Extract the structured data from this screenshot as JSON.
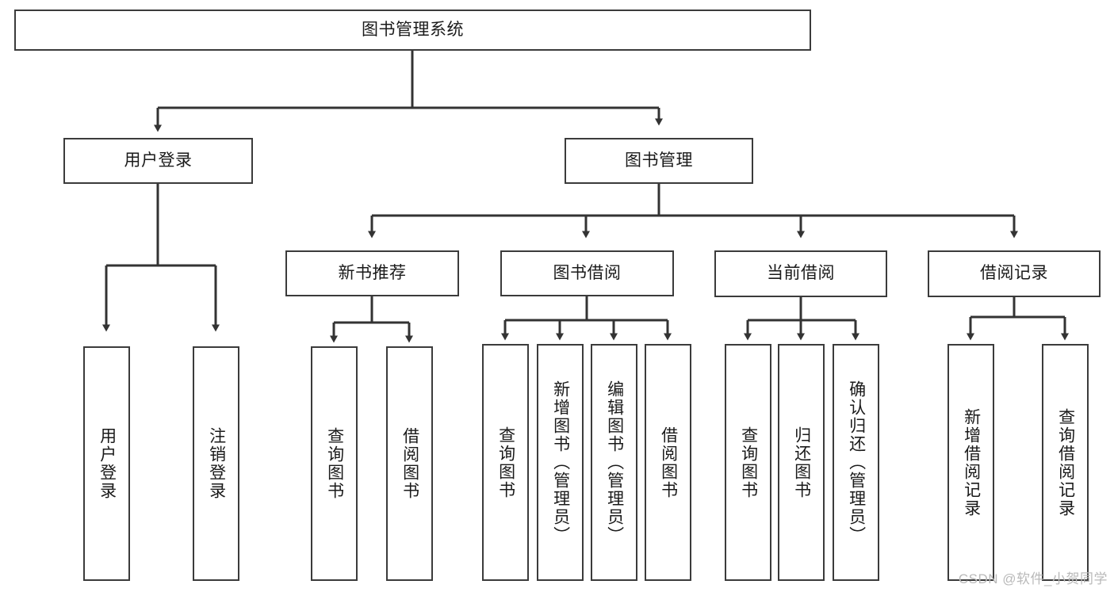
{
  "diagram": {
    "type": "tree-hierarchy",
    "title": "图书管理系统",
    "orientation": "top-down",
    "colors": {
      "box_border": "#3b3b3b",
      "box_fill": "#ffffff",
      "connector": "#333333",
      "text": "#1a1a1a",
      "watermark": "#b9b9b9",
      "background": "#ffffff"
    },
    "root": {
      "label": "图书管理系统"
    },
    "level2": [
      {
        "label": "用户登录"
      },
      {
        "label": "图书管理"
      }
    ],
    "level3": [
      {
        "label": "新书推荐"
      },
      {
        "label": "图书借阅"
      },
      {
        "label": "当前借阅"
      },
      {
        "label": "借阅记录"
      }
    ],
    "leaves": {
      "user_login": [
        {
          "label": "用户登录"
        },
        {
          "label": "注销登录"
        }
      ],
      "new_book_recommend": [
        {
          "label": "查询图书"
        },
        {
          "label": "借阅图书"
        }
      ],
      "book_borrow": [
        {
          "label": "查询图书"
        },
        {
          "label": "新增图书（管理员）"
        },
        {
          "label": "编辑图书（管理员）"
        },
        {
          "label": "借阅图书"
        }
      ],
      "current_borrow": [
        {
          "label": "查询图书"
        },
        {
          "label": "归还图书"
        },
        {
          "label": "确认归还（管理员）"
        }
      ],
      "borrow_record": [
        {
          "label": "新增借阅记录"
        },
        {
          "label": "查询借阅记录"
        }
      ]
    }
  },
  "watermark": {
    "text": "CSDN @软件_小贺同学"
  }
}
